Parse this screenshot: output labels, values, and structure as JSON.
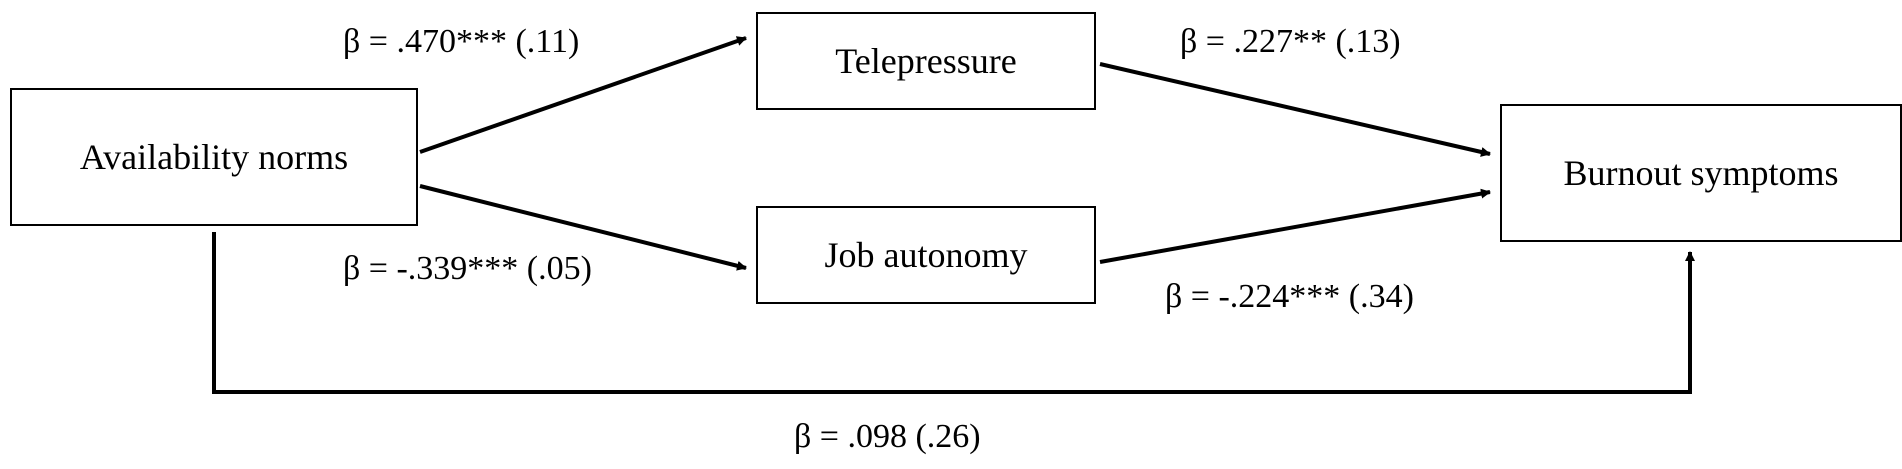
{
  "nodes": {
    "availability_norms": "Availability norms",
    "telepressure": "Telepressure",
    "job_autonomy": "Job autonomy",
    "burnout_symptoms": "Burnout symptoms"
  },
  "paths": {
    "availability_to_telepressure": "β = .470*** (.11)",
    "telepressure_to_burnout": "β = .227** (.13)",
    "availability_to_autonomy": "β = -.339*** (.05)",
    "autonomy_to_burnout": "β = -.224*** (.34)",
    "availability_to_burnout_direct": "β = .098 (.26)"
  },
  "colors": {
    "line": "#000000",
    "background": "#ffffff"
  }
}
